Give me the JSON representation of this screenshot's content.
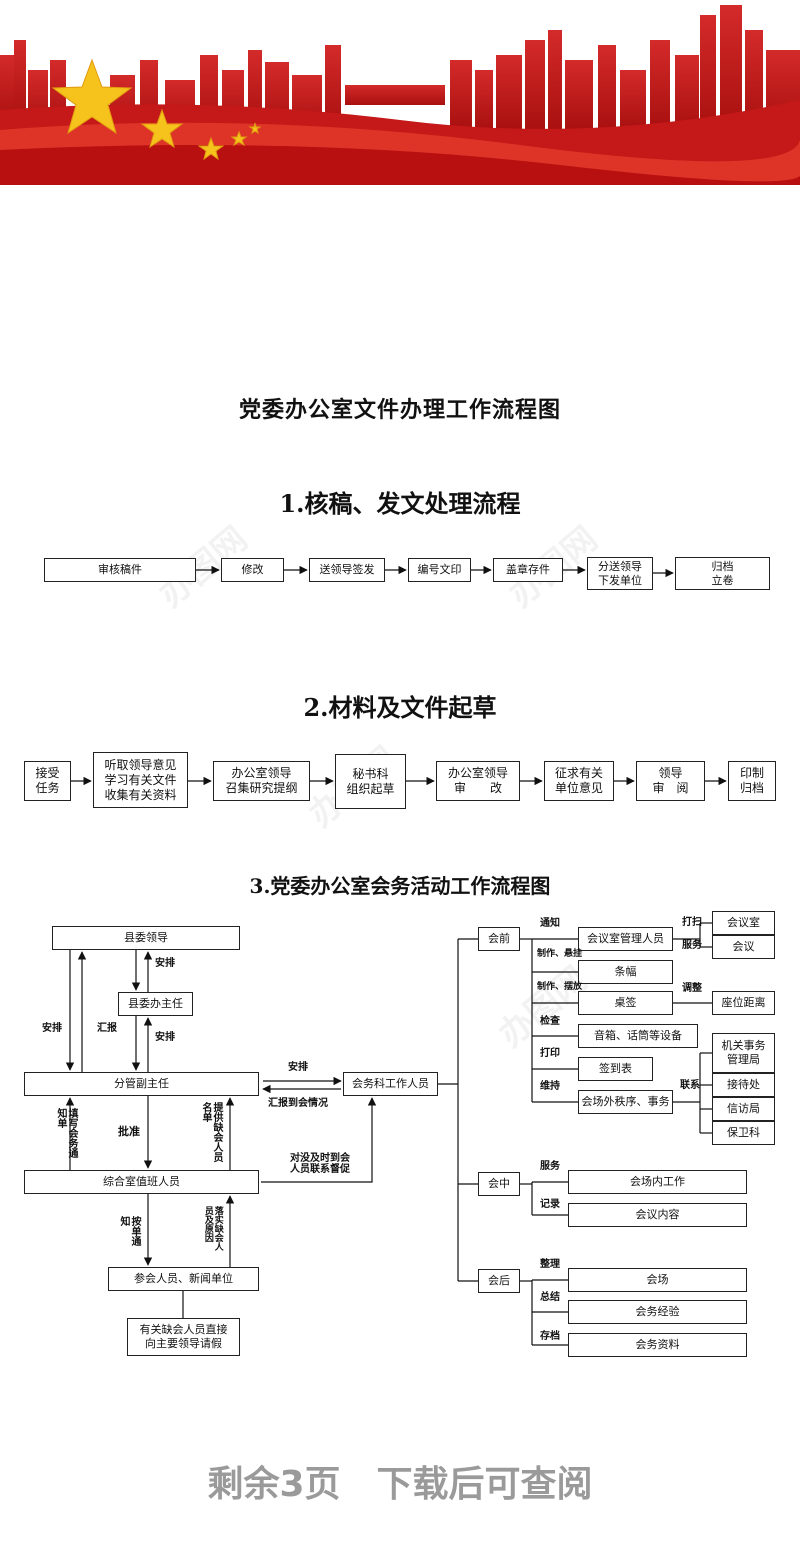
{
  "title": "党委办公室文件办理工作流程图",
  "watermark": "办图网",
  "section1": {
    "heading": "1.核稿、发文处理流程",
    "steps": [
      "审核稿件",
      "修改",
      "送领导签发",
      "编号文印",
      "盖章存件",
      "分送领导\n下发单位",
      "归档\n立卷"
    ]
  },
  "section2": {
    "heading": "2.材料及文件起草",
    "steps": [
      "接受\n任务",
      "听取领导意见\n学习有关文件\n收集有关资料",
      "办公室领导\n召集研究提纲",
      "秘书科\n组织起草",
      "办公室领导\n审　　改",
      "征求有关\n单位意见",
      "领导\n审　阅",
      "印制\n归档"
    ]
  },
  "section3": {
    "heading": "3.党委办公室会务活动工作流程图",
    "left": {
      "county_leader": "县委领导",
      "office_director": "县委办主任",
      "deputy": "分管副主任",
      "duty_staff": "综合室值班人员",
      "attendees": "参会人员、新闻单位",
      "absent_leave": "有关缺会人员直接\n向主要领导请假",
      "lbl_arrange_1": "安排",
      "lbl_arrange_2": "安排",
      "lbl_arrange_3": "安排",
      "lbl_report": "汇报",
      "lbl_fill": "填写会务通知单",
      "lbl_approve": "批准",
      "lbl_provide": "提供缺会人员名单",
      "lbl_notify": "按单通知",
      "lbl_verify": "落实缺会人员及原因"
    },
    "center": {
      "staff": "会务科工作人员",
      "lbl_arrange": "安排",
      "lbl_report_arrival": "汇报到会情况",
      "lbl_urge": "对没及时到会\n人员联系督促"
    },
    "right": {
      "before": "会前",
      "during": "会中",
      "after": "会后",
      "before_items": [
        {
          "label": "通知",
          "box": "会议室管理人员"
        },
        {
          "label": "制作、悬挂",
          "box": "条幅"
        },
        {
          "label": "制作、摆放",
          "box": "桌签"
        },
        {
          "label": "检查",
          "box": "音箱、话筒等设备"
        },
        {
          "label": "打印",
          "box": "签到表"
        },
        {
          "label": "维持",
          "box": "会场外秩序、事务"
        }
      ],
      "clean_label": "打扫",
      "serve_label": "服务",
      "adjust_label": "调整",
      "contact_label": "联系",
      "meeting_room": "会议室",
      "meeting": "会议",
      "seat_distance": "座位距离",
      "contacts": [
        "机关事务\n管理局",
        "接待处",
        "信访局",
        "保卫科"
      ],
      "during_items": [
        {
          "label": "服务",
          "box": "会场内工作"
        },
        {
          "label": "记录",
          "box": "会议内容"
        }
      ],
      "after_items": [
        {
          "label": "整理",
          "box": "会场"
        },
        {
          "label": "总结",
          "box": "会务经验"
        },
        {
          "label": "存档",
          "box": "会务资料"
        }
      ]
    }
  },
  "footer": "剩余3页　下载后可查阅"
}
